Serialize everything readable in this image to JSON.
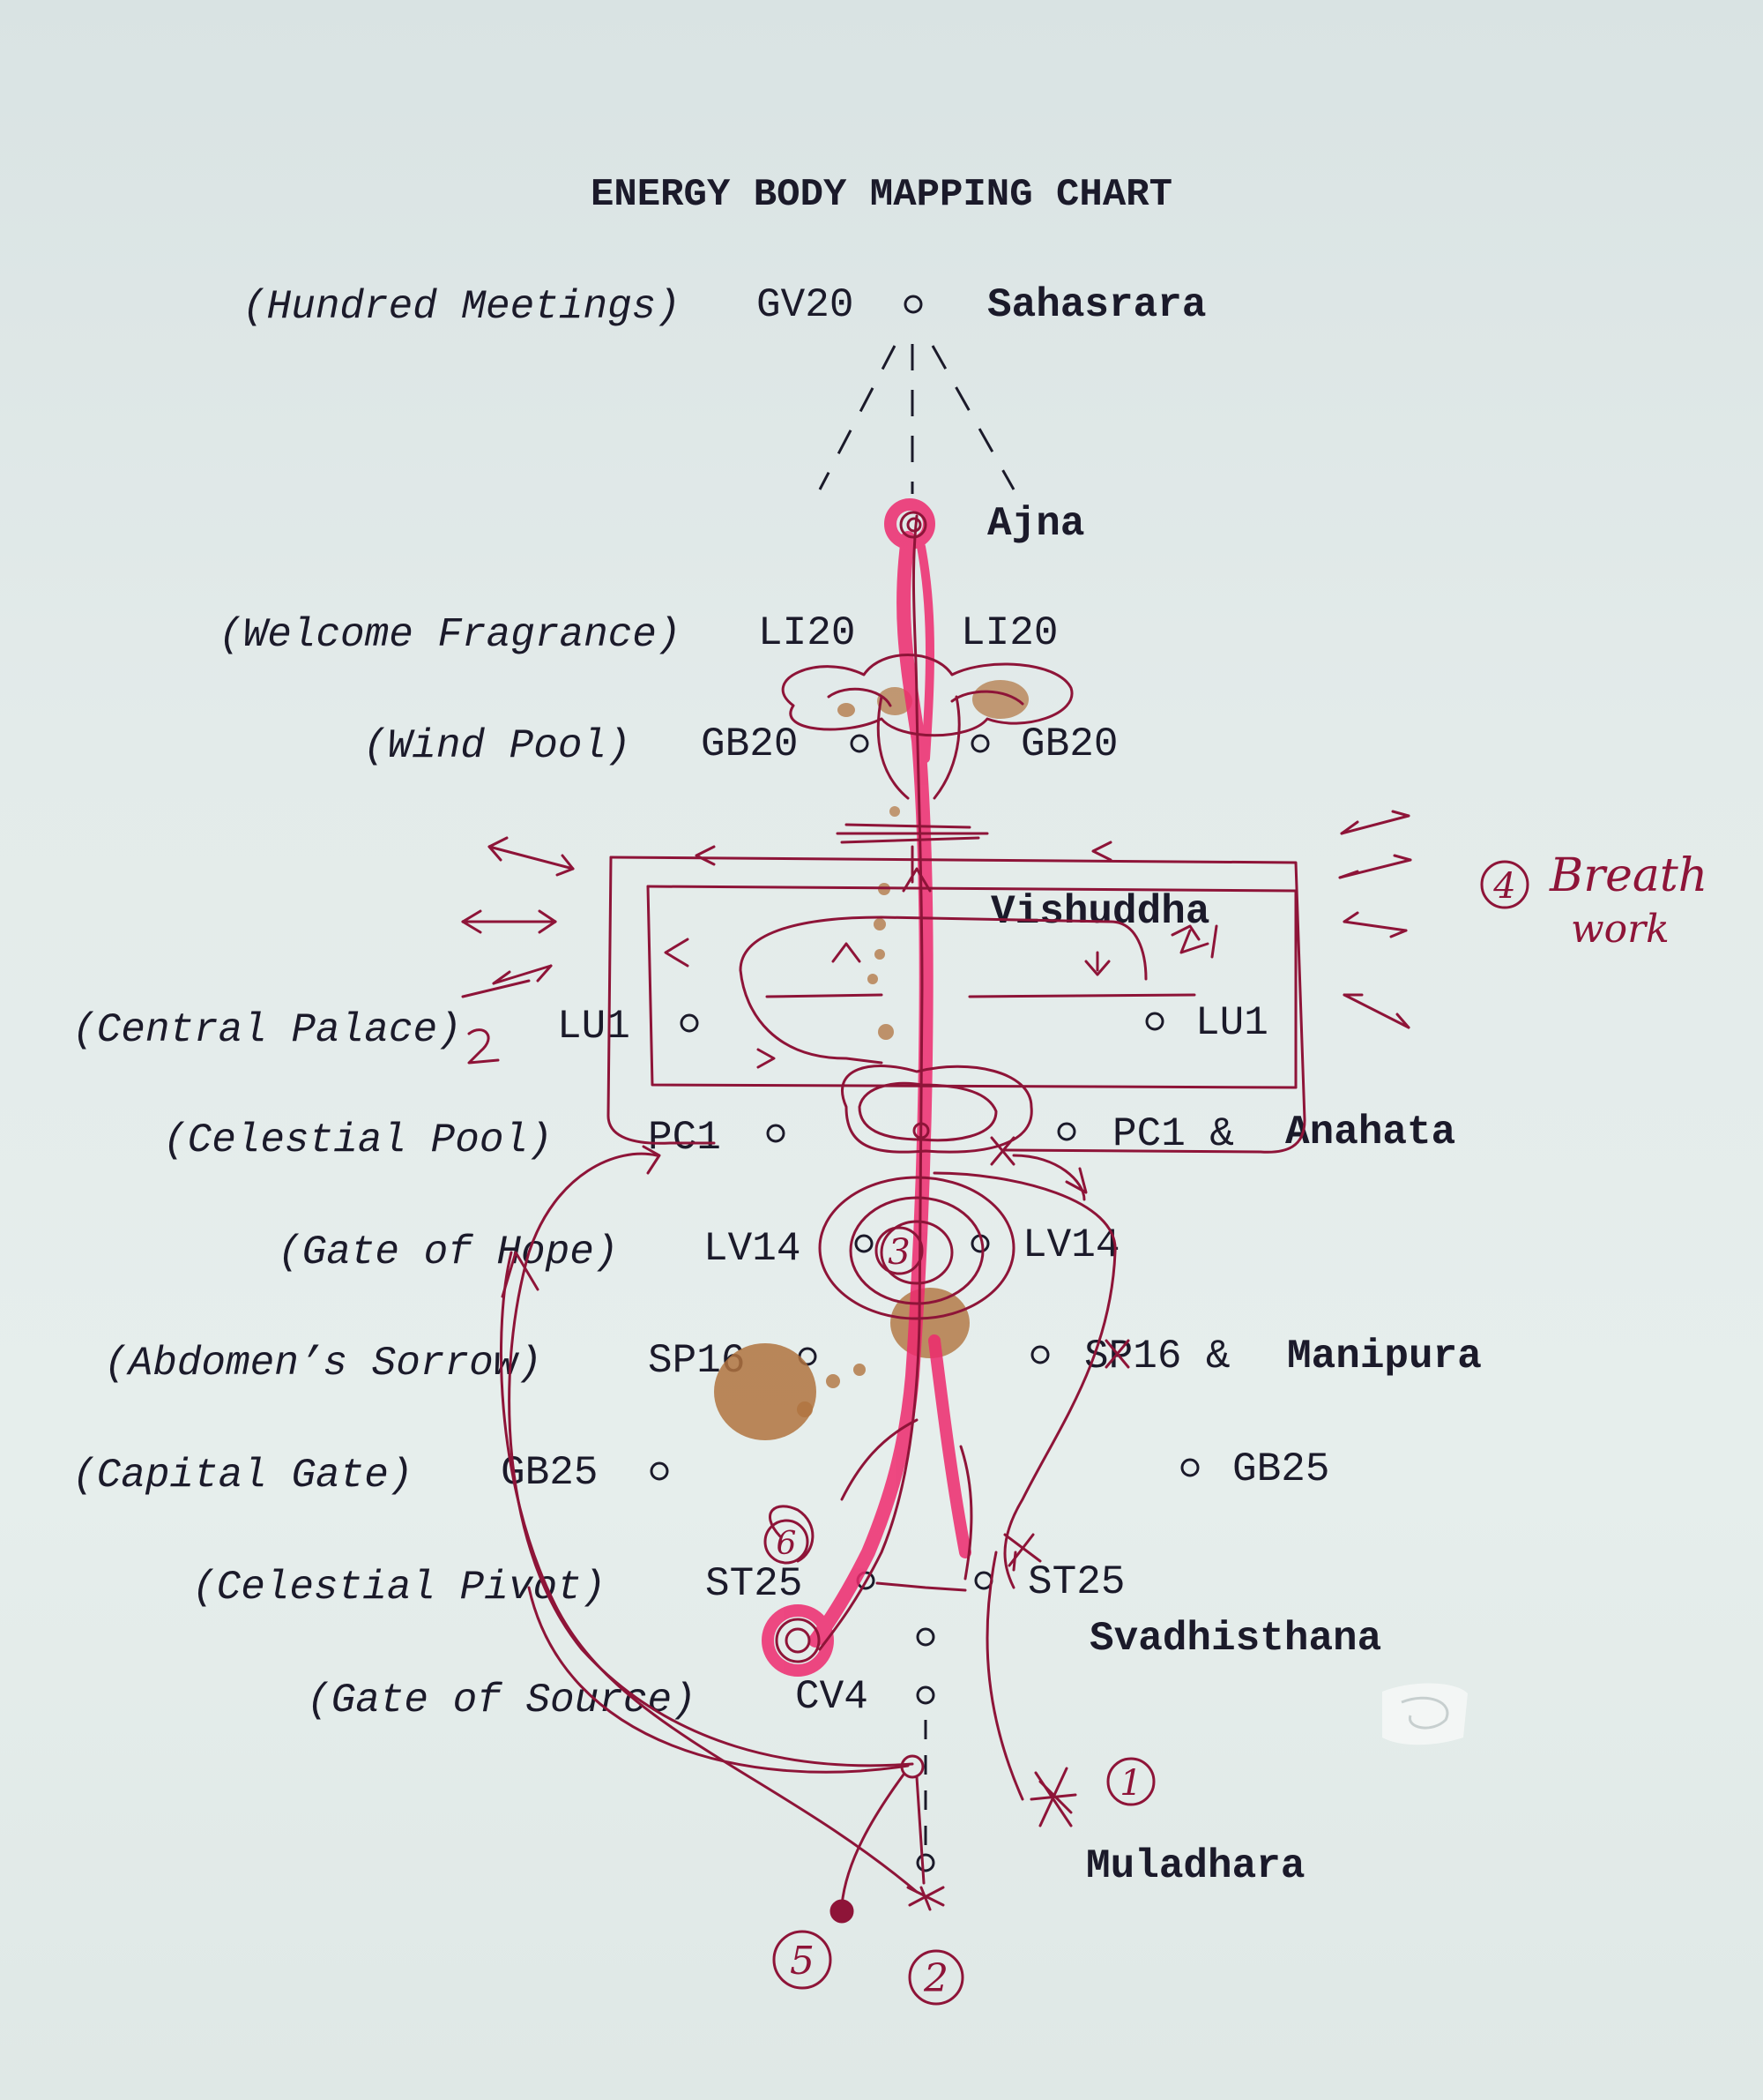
{
  "title": "ENERGY BODY MAPPING CHART",
  "points": [
    {
      "name": "(Hundred Meetings)",
      "left": "GV20",
      "right": "",
      "chakra": "Sahasrara"
    },
    {
      "name": "",
      "left": "",
      "right": "",
      "chakra": "Ajna"
    },
    {
      "name": "(Welcome Fragrance)",
      "left": "LI20",
      "right": "LI20",
      "chakra": ""
    },
    {
      "name": "(Wind Pool)",
      "left": "GB20",
      "right": "GB20",
      "chakra": ""
    },
    {
      "name": "",
      "left": "",
      "right": "",
      "chakra": "Vishuddha"
    },
    {
      "name": "(Central Palace)",
      "left": "LU1",
      "right": "LU1",
      "chakra": ""
    },
    {
      "name": "(Celestial Pool)",
      "left": "PC1",
      "right": "PC1 &",
      "chakra": "Anahata"
    },
    {
      "name": "(Gate of Hope)",
      "left": "LV14",
      "right": "LV14",
      "chakra": ""
    },
    {
      "name": "(Abdomen’s Sorrow)",
      "left": "SP16",
      "right": "SP16 &",
      "chakra": "Manipura"
    },
    {
      "name": "(Capital Gate)",
      "left": "GB25",
      "right": "GB25",
      "chakra": ""
    },
    {
      "name": "(Celestial Pivot)",
      "left": "ST25",
      "right": "ST25",
      "chakra": ""
    },
    {
      "name": "",
      "left": "",
      "right": "",
      "chakra": "Svadhisthana"
    },
    {
      "name": "(Gate of Source)",
      "left": "CV4",
      "right": "",
      "chakra": ""
    },
    {
      "name": "",
      "left": "",
      "right": "",
      "chakra": "Muladhara"
    }
  ],
  "annotations": {
    "breath_num": "4",
    "breath_line1": "Breath",
    "breath_line2": "work",
    "num_1": "1",
    "num_2": "2",
    "num_3": "3",
    "num_5": "5",
    "num_6": "6"
  },
  "colors": {
    "ink": "#1b1a2a",
    "pen": "#8e1438",
    "highlighter": "#ee2a6e",
    "brown": "#b0733f"
  }
}
